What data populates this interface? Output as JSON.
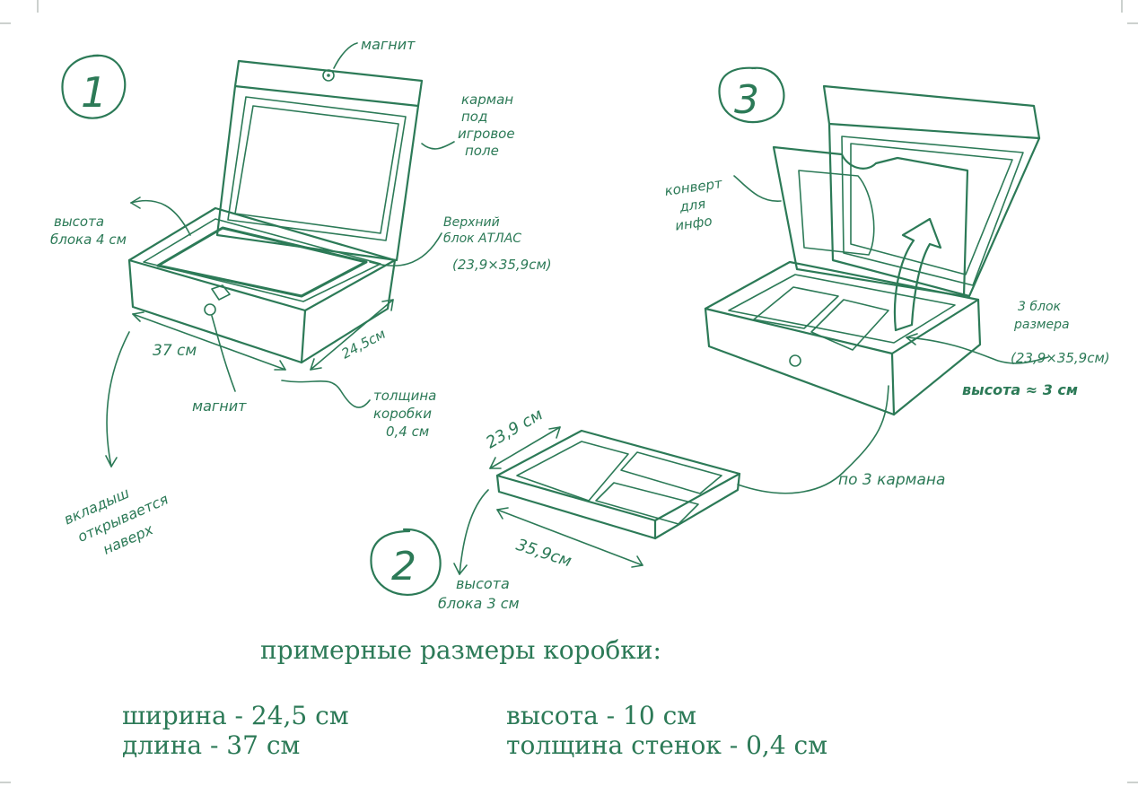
{
  "colors": {
    "ink": "#2c7a57",
    "paper": "#ffffff"
  },
  "figure1": {
    "number": "1",
    "magnet_top": "магнит",
    "pocket": [
      "карман",
      "под",
      "игровое",
      "поле"
    ],
    "block_height": [
      "высота",
      "блока 4 см"
    ],
    "top_block": [
      "Верхний",
      "блок АТЛАС",
      "(23,9×35,9см)"
    ],
    "length": "37 см",
    "width": "24,5см",
    "magnet_bottom": "магнит",
    "thickness": [
      "толщина",
      "коробки",
      "0,4 см"
    ],
    "inserts": [
      "вкладыш",
      "открывается",
      "наверх"
    ]
  },
  "figure2": {
    "number": "2",
    "width": "23,9 см",
    "length": "35,9см",
    "block_height": [
      "высота",
      "блока 3 см"
    ]
  },
  "figure3": {
    "number": "3",
    "envelope": [
      "конверт",
      "для",
      "инфо"
    ],
    "block3": [
      "3 блок",
      "размера",
      "(23,9×35,9см)",
      "высота ≈ 3 см"
    ],
    "pockets": "по 3 кармана"
  },
  "summary": {
    "title": "примерные размеры коробки:",
    "width": "ширина - 24,5 см",
    "length": "длина - 37 см",
    "height": "высота - 10 см",
    "wall": "толщина стенок - 0,4 см"
  }
}
